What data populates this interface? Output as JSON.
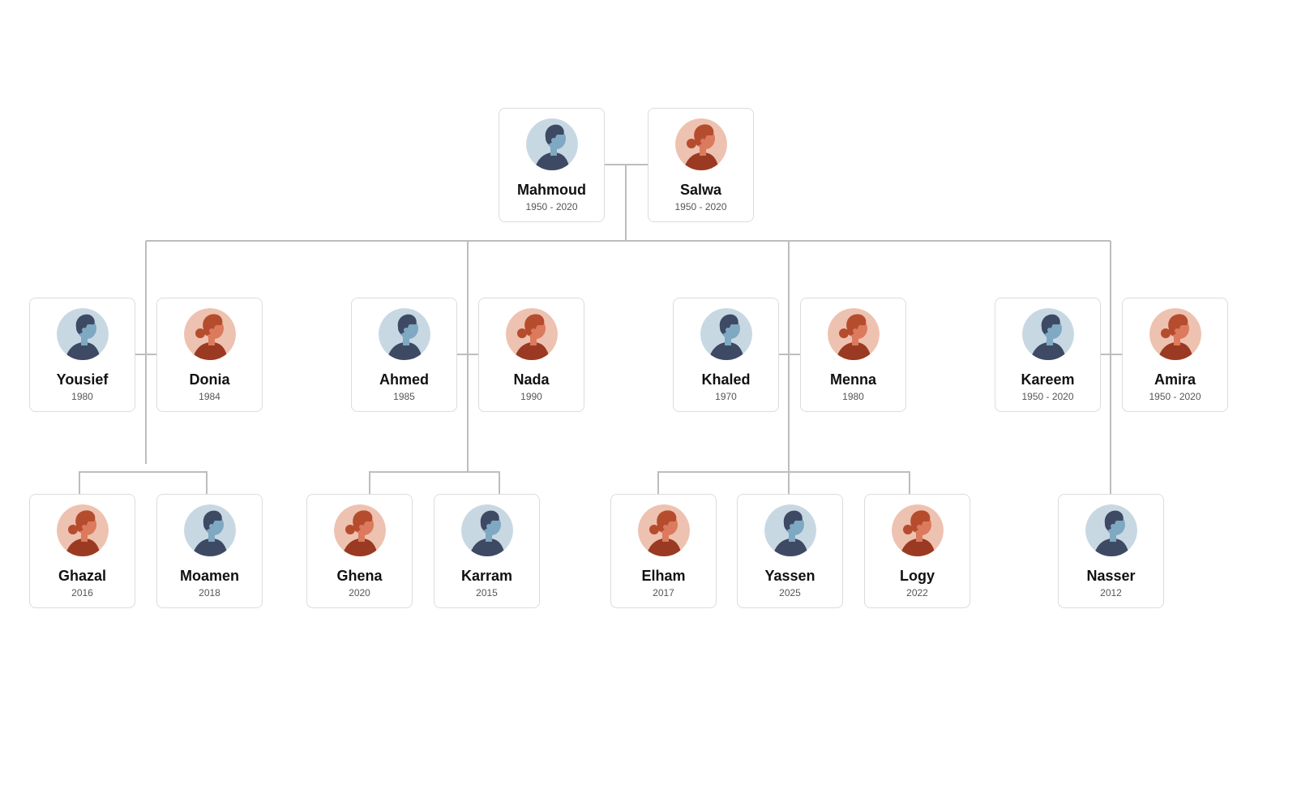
{
  "colors": {
    "connector": "#bdbdbd",
    "male_bg": "#c8d8e3",
    "male_hair": "#3e4a63",
    "male_face": "#7fa8c2",
    "male_body": "#3e4a63",
    "female_bg": "#eec2b0",
    "female_hair": "#b64c2e",
    "female_face": "#dc7a5d",
    "female_body": "#9b3a22"
  },
  "people": [
    {
      "id": "mahmoud",
      "name": "Mahmoud",
      "years": "1950 - 2020",
      "gender": "male"
    },
    {
      "id": "salwa",
      "name": "Salwa",
      "years": "1950 - 2020",
      "gender": "female"
    },
    {
      "id": "yousief",
      "name": "Yousief",
      "years": "1980",
      "gender": "male"
    },
    {
      "id": "donia",
      "name": "Donia",
      "years": "1984",
      "gender": "female"
    },
    {
      "id": "ahmed",
      "name": "Ahmed",
      "years": "1985",
      "gender": "male"
    },
    {
      "id": "nada",
      "name": "Nada",
      "years": "1990",
      "gender": "female"
    },
    {
      "id": "khaled",
      "name": "Khaled",
      "years": "1970",
      "gender": "male"
    },
    {
      "id": "menna",
      "name": "Menna",
      "years": "1980",
      "gender": "female"
    },
    {
      "id": "kareem",
      "name": "Kareem",
      "years": "1950 - 2020",
      "gender": "male"
    },
    {
      "id": "amira",
      "name": "Amira",
      "years": "1950 - 2020",
      "gender": "female"
    },
    {
      "id": "ghazal",
      "name": "Ghazal",
      "years": "2016",
      "gender": "female"
    },
    {
      "id": "moamen",
      "name": "Moamen",
      "years": "2018",
      "gender": "male"
    },
    {
      "id": "ghena",
      "name": "Ghena",
      "years": "2020",
      "gender": "female"
    },
    {
      "id": "karram",
      "name": "Karram",
      "years": "2015",
      "gender": "male"
    },
    {
      "id": "elham",
      "name": "Elham",
      "years": "2017",
      "gender": "female"
    },
    {
      "id": "yassen",
      "name": "Yassen",
      "years": "2025",
      "gender": "male"
    },
    {
      "id": "logy",
      "name": "Logy",
      "years": "2022",
      "gender": "female"
    },
    {
      "id": "nasser",
      "name": "Nasser",
      "years": "2012",
      "gender": "male"
    }
  ],
  "couples": [
    {
      "partners": [
        "mahmoud",
        "salwa"
      ],
      "children": [
        "yousief",
        "ahmed",
        "khaled",
        "kareem"
      ]
    },
    {
      "partners": [
        "yousief",
        "donia"
      ],
      "children": [
        "ghazal",
        "moamen"
      ]
    },
    {
      "partners": [
        "ahmed",
        "nada"
      ],
      "children": [
        "ghena",
        "karram"
      ]
    },
    {
      "partners": [
        "khaled",
        "menna"
      ],
      "children": [
        "elham",
        "yassen",
        "logy"
      ]
    },
    {
      "partners": [
        "kareem",
        "amira"
      ],
      "children": [
        "nasser"
      ]
    }
  ]
}
